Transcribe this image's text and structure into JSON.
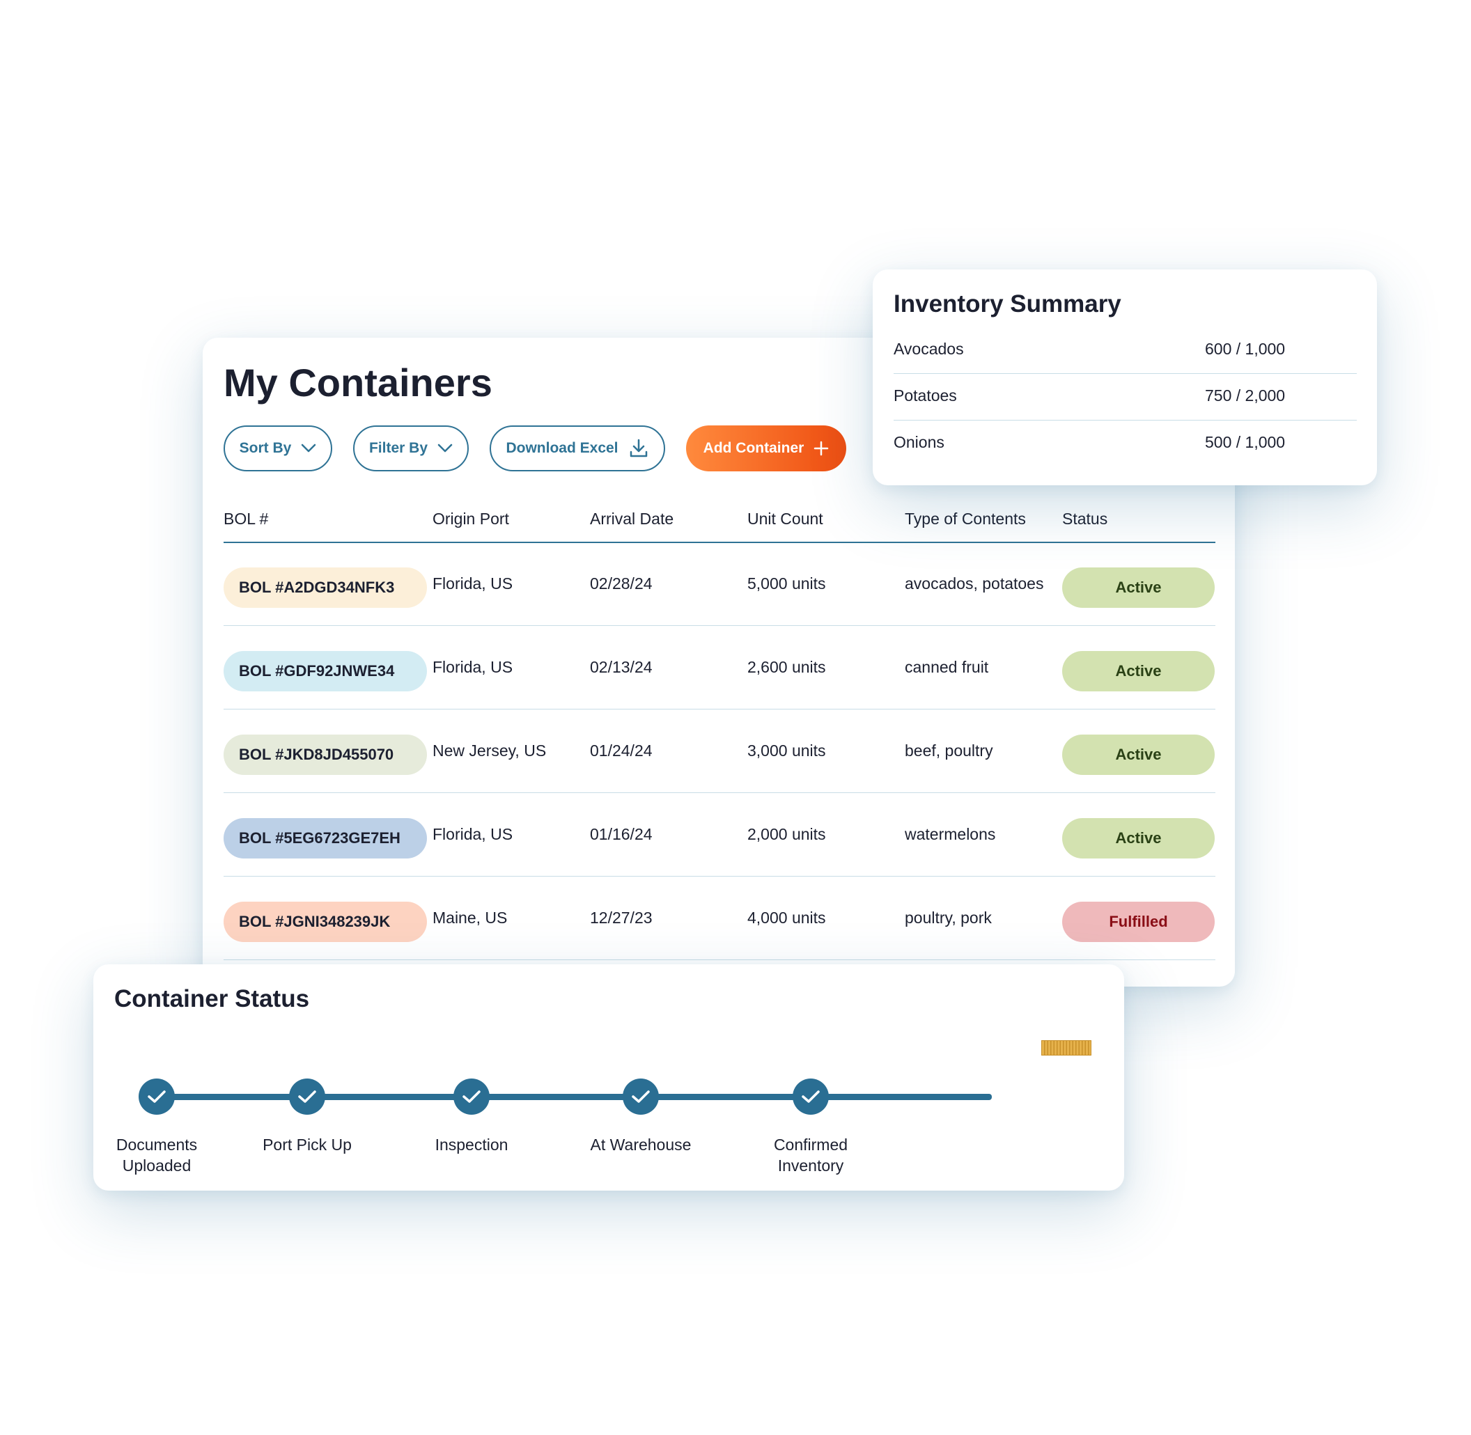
{
  "containers": {
    "title": "My Containers",
    "toolbar": {
      "sort_label": "Sort By",
      "filter_label": "Filter By",
      "download_label": "Download Excel",
      "add_label": "Add Container"
    },
    "columns": [
      "BOL #",
      "Origin Port",
      "Arrival Date",
      "Unit Count",
      "Type of Contents",
      "Status"
    ],
    "rows": [
      {
        "bol": "BOL #A2DGD34NFK3",
        "bol_color": "#fcefd9",
        "origin": "Florida, US",
        "date": "02/28/24",
        "units": "5,000 units",
        "contents": "avocados, potatoes",
        "status": "Active",
        "status_kind": "active"
      },
      {
        "bol": "BOL #GDF92JNWE34",
        "bol_color": "#d3ecf3",
        "origin": "Florida, US",
        "date": "02/13/24",
        "units": "2,600 units",
        "contents": "canned fruit",
        "status": "Active",
        "status_kind": "active"
      },
      {
        "bol": "BOL #JKD8JD455070",
        "bol_color": "#e6ebdb",
        "origin": "New Jersey, US",
        "date": "01/24/24",
        "units": "3,000 units",
        "contents": "beef, poultry",
        "status": "Active",
        "status_kind": "active"
      },
      {
        "bol": "BOL #5EG6723GE7EH",
        "bol_color": "#bcd0e7",
        "origin": "Florida, US",
        "date": "01/16/24",
        "units": "2,000 units",
        "contents": "watermelons",
        "status": "Active",
        "status_kind": "active"
      },
      {
        "bol": "BOL #JGNI348239JK",
        "bol_color": "#fdd3c1",
        "origin": "Maine, US",
        "date": "12/27/23",
        "units": "4,000 units",
        "contents": "poultry, pork",
        "status": "Fulfilled",
        "status_kind": "fulfilled"
      }
    ]
  },
  "inventory": {
    "title": "Inventory Summary",
    "items": [
      {
        "name": "Avocados",
        "value": "600 / 1,000"
      },
      {
        "name": "Potatoes",
        "value": "750 / 2,000"
      },
      {
        "name": "Onions",
        "value": "500 / 1,000"
      }
    ]
  },
  "status": {
    "title": "Container Status",
    "steps": [
      {
        "label": "Documents Uploaded",
        "done": true
      },
      {
        "label": "Port Pick Up",
        "done": true
      },
      {
        "label": "Inspection",
        "done": true
      },
      {
        "label": "At Warehouse",
        "done": true
      },
      {
        "label": "Confirmed Inventory",
        "done": true
      }
    ],
    "icons": [
      "check-icon",
      "container-truck-icon"
    ],
    "accent": "#2a6e93"
  },
  "colors": {
    "brand": "#2f7395",
    "primary_gradient_start": "#ff8a3d",
    "primary_gradient_end": "#ee4d10",
    "active_bg": "#d3e2b0",
    "fulfilled_bg": "#efb9bb"
  }
}
